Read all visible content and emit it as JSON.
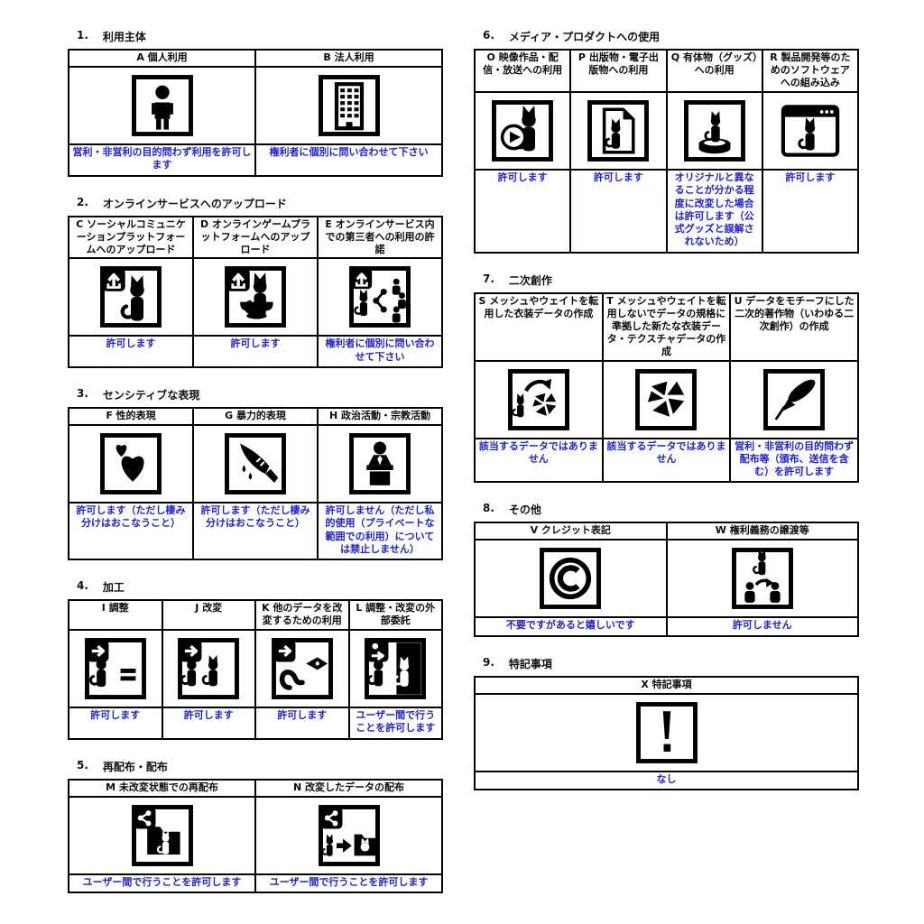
{
  "page": {
    "background": "#ffffff",
    "value_text_color": "#2121cf",
    "border_color": "#000000"
  },
  "sections": [
    {
      "key": "s1",
      "num": "1.",
      "title": "利用主体",
      "column": "left",
      "cells": [
        {
          "letter": "A",
          "heading": "個人利用",
          "icon": "person-icon",
          "value": "営利・非営利の目的問わず利用を許可します"
        },
        {
          "letter": "B",
          "heading": "法人利用",
          "icon": "building-icon",
          "value": "権利者に個別に問い合わせて下さい"
        }
      ]
    },
    {
      "key": "s2",
      "num": "2.",
      "title": "オンラインサービスへのアップロード",
      "column": "left",
      "cells": [
        {
          "letter": "C",
          "heading": "ソーシャルコミュニケーションプラットフォームへのアップロード",
          "icon": "upload-cat-icon",
          "value": "許可します"
        },
        {
          "letter": "D",
          "heading": "オンラインゲームプラットフォームへのアップロード",
          "icon": "upload-game-cat-icon",
          "value": "許可します"
        },
        {
          "letter": "E",
          "heading": "オンラインサービス内での第三者への利用の許諾",
          "icon": "upload-share-users-icon",
          "value": "権利者に個別に問い合わせて下さい"
        }
      ]
    },
    {
      "key": "s3",
      "num": "3.",
      "title": "センシティブな表現",
      "column": "left",
      "cells": [
        {
          "letter": "F",
          "heading": "性的表現",
          "icon": "hearts-icon",
          "value": "許可します（ただし棲み分けはおこなうこと）"
        },
        {
          "letter": "G",
          "heading": "暴力的表現",
          "icon": "knife-blood-icon",
          "value": "許可します（ただし棲み分けはおこなうこと）"
        },
        {
          "letter": "H",
          "heading": "政治活動・宗教活動",
          "icon": "podium-speaker-icon",
          "value": "許可しません（ただし私的使用（プライベートな範囲での利用）については禁止しません）"
        }
      ]
    },
    {
      "key": "s4",
      "num": "4.",
      "title": "加工",
      "column": "left",
      "cells": [
        {
          "letter": "I",
          "heading": "調整",
          "icon": "adjust-arrow-equals-icon",
          "value": "許可します"
        },
        {
          "letter": "J",
          "heading": "改変",
          "icon": "modify-two-cats-icon",
          "value": "許可します"
        },
        {
          "letter": "K",
          "heading": "他のデータを改変するための利用",
          "icon": "cat-parts-arrow-icon",
          "value": "許可します"
        },
        {
          "letter": "L",
          "heading": "調整・改変の外部委託",
          "icon": "outsource-cats-icon",
          "value": "ユーザー間で行うことを許可します"
        }
      ]
    },
    {
      "key": "s5",
      "num": "5.",
      "title": "再配布・配布",
      "column": "left",
      "cells": [
        {
          "letter": "M",
          "heading": "未改変状態での再配布",
          "icon": "share-folder-cat-icon",
          "value": "ユーザー間で行うことを許可します"
        },
        {
          "letter": "N",
          "heading": "改変したデータの配布",
          "icon": "share-modified-folder-icon",
          "value": "ユーザー間で行うことを許可します"
        }
      ]
    },
    {
      "key": "s6",
      "num": "6.",
      "title": "メディア・プロダクトへの使用",
      "column": "right",
      "cells": [
        {
          "letter": "O",
          "heading": "映像作品・配信・放送への利用",
          "icon": "video-play-cat-icon",
          "value": "許可します"
        },
        {
          "letter": "P",
          "heading": "出版物・電子出版物への利用",
          "icon": "document-cat-icon",
          "value": "許可します"
        },
        {
          "letter": "Q",
          "heading": "有体物（グッズ）への利用",
          "icon": "figurine-cat-icon",
          "value": "オリジナルと異なることが分かる程度に改変した場合は許可します（公式グッズと誤解されないため）"
        },
        {
          "letter": "R",
          "heading": "製品開発等のためのソフトウェアへの組み込み",
          "icon": "software-window-cat-icon",
          "value": "許可します"
        }
      ]
    },
    {
      "key": "s7",
      "num": "7.",
      "title": "二次創作",
      "column": "right",
      "cells": [
        {
          "letter": "S",
          "heading": "メッシュやウェイトを転用した衣装データの作成",
          "icon": "reuse-costume-cat-icon",
          "value": "該当するデータではありません"
        },
        {
          "letter": "T",
          "heading": "メッシュやウェイトを転用しないでデータの規格に準拠した新たな衣装データ・テクスチャデータの作成",
          "icon": "costume-pieces-icon",
          "value": "該当するデータではありません"
        },
        {
          "letter": "U",
          "heading": "データをモチーフにした二次的著作物（いわゆる二次創作）の作成",
          "icon": "fountain-pen-icon",
          "value": "営利・非営利の目的問わず配布等（頒布、送信を含む）を許可します"
        }
      ]
    },
    {
      "key": "s8",
      "num": "8.",
      "title": "その他",
      "column": "right",
      "cells": [
        {
          "letter": "V",
          "heading": "クレジット表記",
          "icon": "copyright-icon",
          "value": "不要ですがあると嬉しいです"
        },
        {
          "letter": "W",
          "heading": "権利義務の譲渡等",
          "icon": "transfer-rights-icon",
          "value": "許可しません"
        }
      ]
    },
    {
      "key": "s9",
      "num": "9.",
      "title": "特記事項",
      "column": "right",
      "cells": [
        {
          "letter": "X",
          "heading": "特記事項",
          "icon": "exclamation-icon",
          "value": "なし"
        }
      ]
    }
  ]
}
